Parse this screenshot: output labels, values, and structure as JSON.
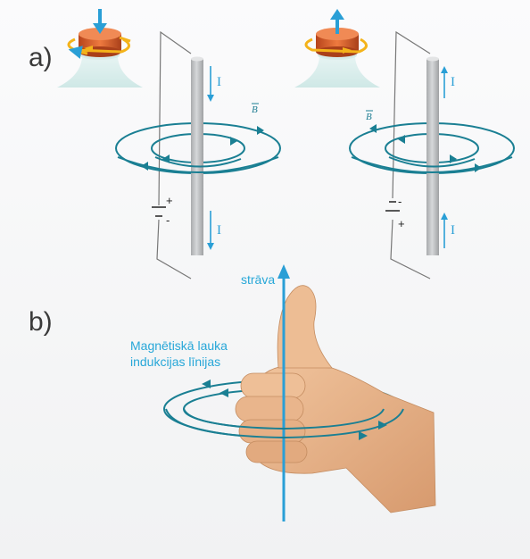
{
  "part_a": {
    "label": "a)"
  },
  "part_b": {
    "label": "b)"
  },
  "left_circuit": {
    "current_symbol_top": "I",
    "current_symbol_bottom": "I",
    "field_symbol": "B",
    "battery_top": "+",
    "battery_bottom": "-"
  },
  "right_circuit": {
    "current_symbol_top": "I",
    "current_symbol_bottom": "I",
    "field_symbol": "B",
    "battery_top": "-",
    "battery_bottom": "+"
  },
  "hand_figure": {
    "current_label": "strāva",
    "field_lines_label_1": "Magnētiskā lauka",
    "field_lines_label_2": "indukcijas līnijas"
  },
  "colors": {
    "current_blue": "#2a9fd6",
    "field_teal": "#1a7f93",
    "rod_gray": "#c4c6c8",
    "screw_orange": "#e0602a",
    "rotation_yellow": "#f4b31a",
    "skin": "#e8b48a"
  }
}
